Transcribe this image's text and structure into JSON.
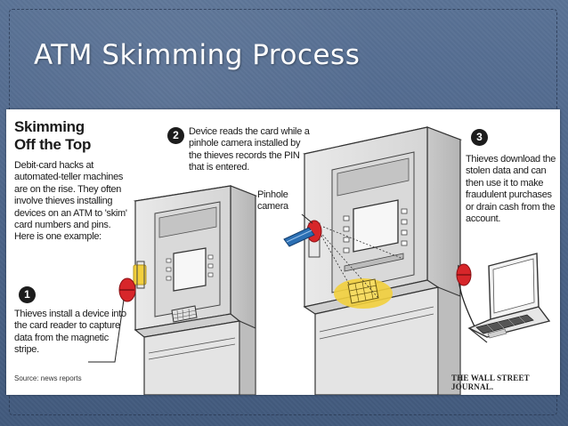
{
  "slide": {
    "title": "ATM Skimming Process"
  },
  "figure": {
    "heading_line1": "Skimming",
    "heading_line2": "Off the Top",
    "intro": "Debit-card hacks at automated-teller machines are on the rise. They often involve thieves installing devices on an ATM to 'skim' card numbers and pins. Here is one example:",
    "steps": [
      {
        "number": "1",
        "text": "Thieves install a device into the card reader to capture data from the magnetic stripe."
      },
      {
        "number": "2",
        "text": "Device reads the card while a pinhole camera installed by the thieves records the PIN that is entered."
      },
      {
        "number": "3",
        "text": "Thieves download the stolen data and can then use it to make fraudulent purchases or drain cash from the account."
      }
    ],
    "pinhole_label": "Pinhole camera",
    "source": "Source: news reports",
    "credit": "THE WALL STREET JOURNAL."
  },
  "colors": {
    "slide_background": "#4a6387",
    "skimmer_red": "#d7262a",
    "highlight_yellow": "#f2cf3c",
    "card_blue": "#2b6fb3"
  },
  "icons": [
    "atm-machine-icon",
    "card-skimmer-icon",
    "pinhole-camera-icon",
    "debit-card-icon",
    "laptop-icon"
  ]
}
